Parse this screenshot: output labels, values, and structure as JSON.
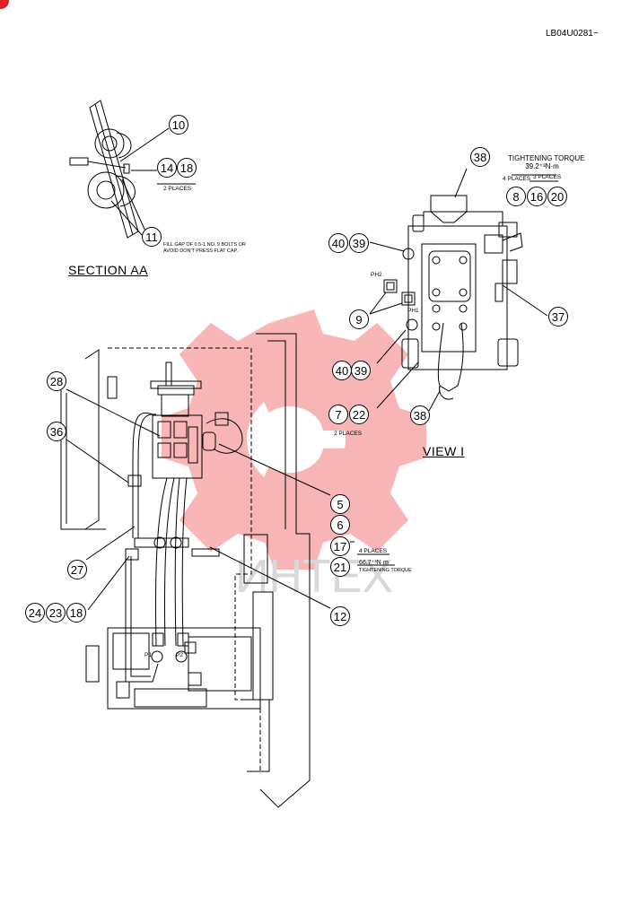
{
  "document_id": "LB04U0281~",
  "watermark_text": "ИНТЕХ",
  "colors": {
    "line": "#000000",
    "watermark": "#f47a7a",
    "corner_mark": "#e0202a"
  },
  "section_aa": {
    "title": "SECTION  AA",
    "places_note": "2 PLACES",
    "note_text": "FILL GAP OF 0.5-1 NO. 9 BOLTS OR AVOID DON'T PRESS FLAT CAP."
  },
  "view_i": {
    "title": "VIEW  I",
    "tightening_torque_label": "TIGHTENING TORQUE",
    "tightening_torque_value": "39.2⁺³N·m",
    "places_4": "4 PLACES",
    "places_3": "3 PLACES",
    "port_ph2": "PH2",
    "port_ph1": "PH1",
    "places_2": "2 PLACES"
  },
  "main_view": {
    "places_4": "4 PLACES",
    "torque_value": "66.7⁺³N·m",
    "torque_label": "TIGHTENING TORQUE",
    "port_p1": "P1",
    "port_p2": "P2"
  },
  "balloons": {
    "b10": "10",
    "b14": "14",
    "b18a": "18",
    "b11": "11",
    "b38a": "38",
    "b8": "8",
    "b16": "16",
    "b20": "20",
    "b40a": "40",
    "b39a": "39",
    "b9": "9",
    "b37": "37",
    "b40b": "40",
    "b39b": "39",
    "b7": "7",
    "b22": "22",
    "b38b": "38",
    "b28": "28",
    "b36": "36",
    "b5": "5",
    "b6": "6",
    "b17": "17",
    "b21": "21",
    "b27": "27",
    "b12": "12",
    "b24": "24",
    "b23": "23",
    "b18b": "18"
  }
}
